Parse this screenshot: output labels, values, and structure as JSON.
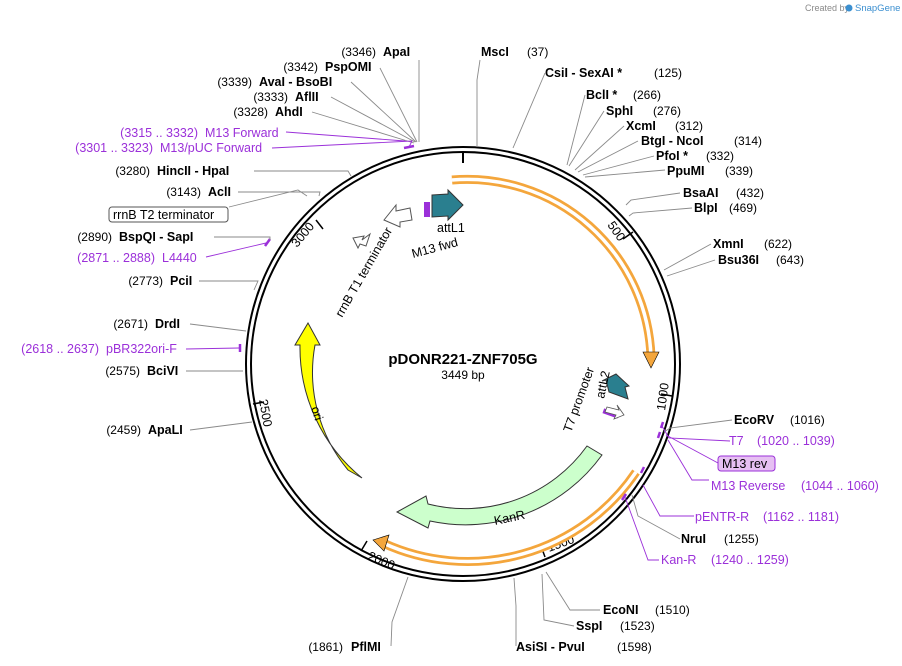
{
  "plasmid": {
    "name": "pDONR221-ZNF705G",
    "length_label": "3449 bp"
  },
  "credit": {
    "prefix": "Created by",
    "brand": "SnapGene"
  },
  "ticks": [
    "500",
    "1000",
    "1500",
    "2000",
    "2500",
    "3000"
  ],
  "sites": [
    {
      "name": "ApaI",
      "pos": "(3346)"
    },
    {
      "name": "PspOMI",
      "pos": "(3342)"
    },
    {
      "name": "AvaI  -  BsoBI",
      "pos": "(3339)"
    },
    {
      "name": "AflII",
      "pos": "(3333)"
    },
    {
      "name": "AhdI",
      "pos": "(3328)"
    },
    {
      "name": "HincII  -  HpaI",
      "pos": "(3280)"
    },
    {
      "name": "AclI",
      "pos": "(3143)"
    },
    {
      "name": "BspQI  -  SapI",
      "pos": "(2890)"
    },
    {
      "name": "PciI",
      "pos": "(2773)"
    },
    {
      "name": "DrdI",
      "pos": "(2671)"
    },
    {
      "name": "BciVI",
      "pos": "(2575)"
    },
    {
      "name": "ApaLI",
      "pos": "(2459)"
    },
    {
      "name": "PflMI",
      "pos": "(1861)"
    },
    {
      "name": "MscI",
      "pos": "(37)"
    },
    {
      "name": "CsiI  -  SexAI *",
      "pos": "(125)"
    },
    {
      "name": "BclI *",
      "pos": "(266)"
    },
    {
      "name": "SphI",
      "pos": "(276)"
    },
    {
      "name": "XcmI",
      "pos": "(312)"
    },
    {
      "name": "BtgI  -  NcoI",
      "pos": "(314)"
    },
    {
      "name": "PfoI *",
      "pos": "(332)"
    },
    {
      "name": "PpuMI",
      "pos": "(339)"
    },
    {
      "name": "BsaAI",
      "pos": "(432)"
    },
    {
      "name": "BlpI",
      "pos": "(469)"
    },
    {
      "name": "XmnI",
      "pos": "(622)"
    },
    {
      "name": "Bsu36I",
      "pos": "(643)"
    },
    {
      "name": "EcoRV",
      "pos": "(1016)"
    },
    {
      "name": "NruI",
      "pos": "(1255)"
    },
    {
      "name": "EcoNI",
      "pos": "(1510)"
    },
    {
      "name": "SspI",
      "pos": "(1523)"
    },
    {
      "name": "AsiSI  -  PvuI",
      "pos": "(1598)"
    }
  ],
  "primers": [
    {
      "name": "M13 Forward",
      "pos": "(3315 .. 3332)"
    },
    {
      "name": "M13/pUC Forward",
      "pos": "(3301 .. 3323)"
    },
    {
      "name": "L4440",
      "pos": "(2871 .. 2888)"
    },
    {
      "name": "pBR322ori-F",
      "pos": "(2618 .. 2637)"
    },
    {
      "name": "T7",
      "pos": "(1020 .. 1039)"
    },
    {
      "name": "M13 Reverse",
      "pos": "(1044 .. 1060)"
    },
    {
      "name": "pENTR-R",
      "pos": "(1162 .. 1181)"
    },
    {
      "name": "Kan-R",
      "pos": "(1240 .. 1259)"
    }
  ],
  "boxed_labels": {
    "rrnb_t2": "rrnB T2 terminator",
    "m13_rev": "M13 rev"
  },
  "features": {
    "attL1": "attL1",
    "m13_fwd": "M13 fwd",
    "rrnb_t1": "rrnB T1 terminator",
    "ori": "ori",
    "kanr": "KanR",
    "t7_promoter": "T7 promoter",
    "attL2": "attL2"
  },
  "colors": {
    "backbone": "#000000",
    "ori": "#ffff00",
    "kanr": "#ccffcc",
    "att": "#2a7f8f",
    "primer": "#9b30d9",
    "orange_orf": "#f4a63c",
    "terminator": "#ffffff",
    "leader": "#8a8a8a"
  }
}
